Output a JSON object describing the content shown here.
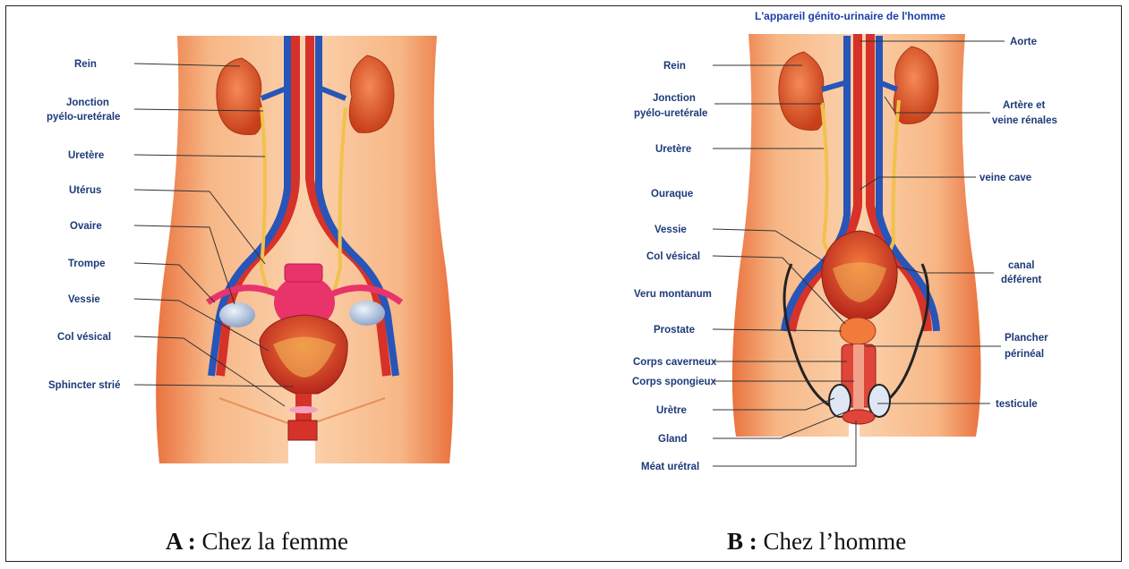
{
  "female": {
    "labels": {
      "rein": "Rein",
      "jonction_1": "Jonction",
      "jonction_2": "pyélo-uretérale",
      "uretere": "Uretère",
      "uterus": "Utérus",
      "ovaire": "Ovaire",
      "trompe": "Trompe",
      "vessie": "Vessie",
      "col_vesical": "Col vésical",
      "sphincter": "Sphincter strié"
    },
    "caption_letter": "A :",
    "caption_text": "Chez la femme"
  },
  "male": {
    "title": "L'appareil génito-urinaire de l'homme",
    "labels_left": {
      "rein": "Rein",
      "jonction_1": "Jonction",
      "jonction_2": "pyélo-uretérale",
      "uretere": "Uretère",
      "ouraque": "Ouraque",
      "vessie": "Vessie",
      "col_vesical": "Col vésical",
      "veru": "Veru montanum",
      "prostate": "Prostate",
      "corps_caverneux": "Corps caverneux",
      "corps_spongieux": "Corps spongieux",
      "uretre": "Urètre",
      "gland": "Gland",
      "meat": "Méat urétral"
    },
    "labels_right": {
      "aorte": "Aorte",
      "artere_1": "Artère et",
      "artere_2": "veine rénales",
      "veine_cave": "veine cave",
      "canal_1": "canal",
      "canal_2": "déférent",
      "plancher_1": "Plancher",
      "plancher_2": "périnéal",
      "testicule": "testicule"
    },
    "caption_letter": "B :",
    "caption_text": "Chez l’homme"
  },
  "colors": {
    "skin": "#f5b17e",
    "kidney": "#e0561f",
    "vein": "#2855b8",
    "artery": "#d6322a",
    "ureter": "#f1c24c",
    "bladder": "#e84a2a",
    "uterus": "#e8336b",
    "ovary": "#b8c8e0"
  }
}
